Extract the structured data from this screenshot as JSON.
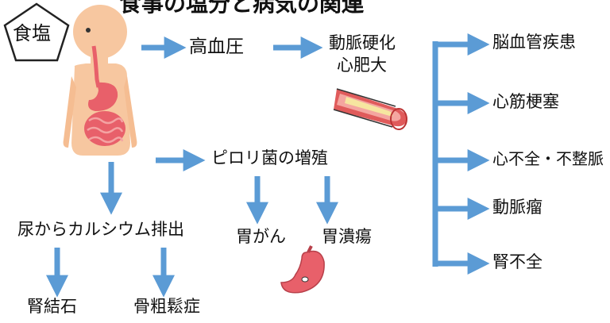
{
  "title": "食事の塩分と病気の関連",
  "badge": "食塩",
  "nodes": {
    "hypertension": "高血圧",
    "arteriosclerosis_line1": "動脈硬化",
    "arteriosclerosis_line2": "心肥大",
    "pylori": "ピロリ菌の増殖",
    "calcium": "尿からカルシウム排出",
    "stomach_cancer": "胃がん",
    "gastric_ulcer": "胃潰瘍",
    "kidney_stone": "腎結石",
    "osteoporosis": "骨粗鬆症"
  },
  "outcomes": [
    "脳血管疾患",
    "心筋梗塞",
    "心不全・不整脈",
    "動脈瘤",
    "腎不全"
  ],
  "colors": {
    "arrow": "#5b9bd5",
    "skin": "#f7c7a0",
    "organ": "#e8606a",
    "artery": "#e05b5b"
  }
}
